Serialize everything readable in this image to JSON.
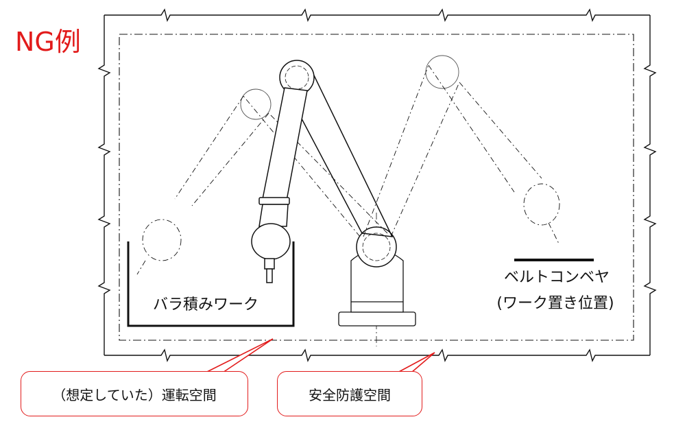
{
  "title": "NG例",
  "labels": {
    "bulk_work": "バラ積みワーク",
    "conveyor": "ベルトコンベヤ",
    "conveyor_sub": "(ワーク置き位置)"
  },
  "callouts": {
    "operating_space": "（想定していた）運転空間",
    "safeguarded_space": "安全防護空間"
  },
  "colors": {
    "accent": "#e21b1b",
    "line": "#111111"
  }
}
